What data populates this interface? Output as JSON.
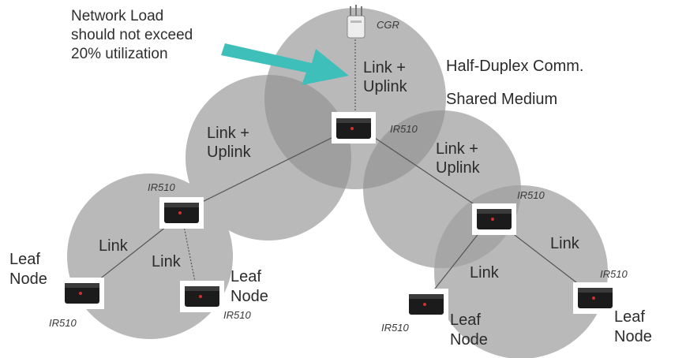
{
  "callout": {
    "lines": [
      "Network Load",
      "should not exceed",
      "20% utilization"
    ]
  },
  "notes": {
    "half_duplex": "Half-Duplex Comm.",
    "shared_medium": "Shared Medium"
  },
  "devices": {
    "cgr": "CGR",
    "ir510_center": "IR510",
    "ir510_left": "IR510",
    "ir510_right": "IR510",
    "ir510_leaf1": "IR510",
    "ir510_leaf2": "IR510",
    "ir510_leaf3": "IR510",
    "ir510_leaf4": "IR510"
  },
  "links": {
    "top": [
      "Link +",
      "Uplink"
    ],
    "left": [
      "Link +",
      "Uplink"
    ],
    "right": [
      "Link +",
      "Uplink"
    ],
    "left_leaf1": "Link",
    "left_leaf2": "Link",
    "right_leaf1": "Link",
    "right_leaf2": "Link"
  },
  "leaf_nodes": {
    "leaf1": [
      "Leaf",
      "Node"
    ],
    "leaf2": [
      "Leaf",
      "Node"
    ],
    "leaf3": [
      "Leaf",
      "Node"
    ],
    "leaf4": [
      "Leaf",
      "Node"
    ]
  },
  "colors": {
    "coverage": "#b7b7b7",
    "overlap": "#a2a2a2",
    "arrow": "#3fbfb9",
    "link_line": "#555555"
  }
}
